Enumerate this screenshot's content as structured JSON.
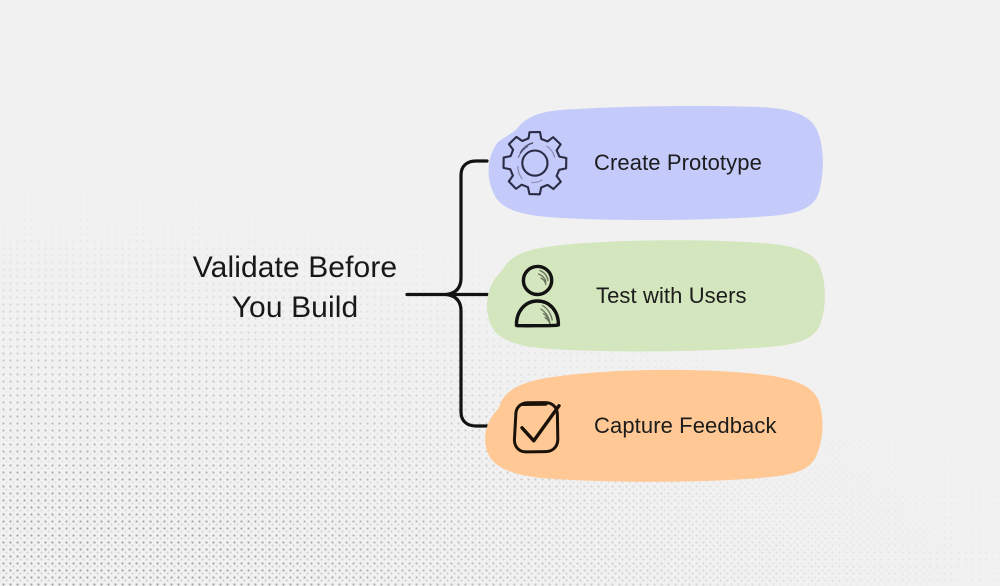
{
  "diagram": {
    "type": "mind-map",
    "background_color": "#f1f1f1",
    "root": {
      "label": "Validate Before\nYou Build",
      "text_color": "#18181b"
    },
    "connector": {
      "style": "brace",
      "color": "#121212",
      "stroke_width": 3
    },
    "branches": [
      {
        "label": "Create Prototype",
        "icon": "gear-icon",
        "fill_color": "#c4caf9",
        "text_color": "#1c1c1c",
        "icon_color": "#2b2b45"
      },
      {
        "label": "Test with Users",
        "icon": "person-icon",
        "fill_color": "#d4e6bd",
        "text_color": "#1c1c1c",
        "icon_color": "#121212"
      },
      {
        "label": "Capture Feedback",
        "icon": "checkbox-check-icon",
        "fill_color": "#ffc894",
        "text_color": "#1c1c1c",
        "icon_color": "#1a1208"
      }
    ]
  }
}
